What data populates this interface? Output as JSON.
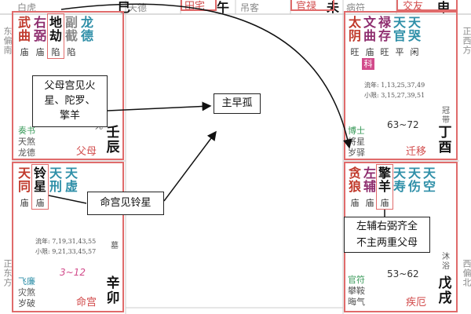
{
  "top_row": {
    "cells": [
      "白虎",
      "天德",
      "巳",
      "田宅",
      "午",
      "吊客",
      "官禄",
      "未",
      "病符",
      "交友",
      "申"
    ]
  },
  "left_top": {
    "stars": [
      {
        "top": "武",
        "bot": "曲",
        "color": "#c0392b",
        "bright": "庙"
      },
      {
        "top": "右",
        "bot": "弼",
        "color": "#8e2d6e",
        "bright": "庙"
      },
      {
        "top": "地",
        "bot": "劫",
        "color": "#111111",
        "bright": "陷"
      },
      {
        "top": "副",
        "bot": "截",
        "color": "#888888",
        "bright": "陷"
      },
      {
        "top": "龙",
        "bot": "德",
        "color": "#2f8fa8",
        "bright": ""
      }
    ],
    "bottom": [
      "奏书",
      "天煞",
      "龙德"
    ],
    "stage": "死",
    "palace": "父母",
    "ganzhi": [
      "壬",
      "辰"
    ]
  },
  "right_top": {
    "stars": [
      {
        "top": "太",
        "bot": "阴",
        "color": "#c0392b",
        "bright": "旺"
      },
      {
        "top": "文",
        "bot": "曲",
        "color": "#8e2d6e",
        "bright": "庙"
      },
      {
        "top": "禄",
        "bot": "存",
        "color": "#8e2d6e",
        "bright": "旺"
      },
      {
        "top": "天",
        "bot": "官",
        "color": "#2f8fa8",
        "bright": "平"
      },
      {
        "top": "天",
        "bot": "哭",
        "color": "#2f8fa8",
        "bright": "闲"
      }
    ],
    "hua": "科",
    "flow_year": "流年: 1,13,25,37,49",
    "small_limit": "小限: 3,15,27,39,51",
    "range": "63~72",
    "stage": "冠带",
    "bottom": [
      "博士",
      "将星",
      "岁驿"
    ],
    "palace": "迁移",
    "ganzhi": [
      "丁",
      "酉"
    ]
  },
  "left_bottom": {
    "stars": [
      {
        "top": "天",
        "bot": "同",
        "color": "#c0392b",
        "bright": "庙"
      },
      {
        "top": "铃",
        "bot": "星",
        "color": "#111111",
        "bright": "庙"
      },
      {
        "top": "天",
        "bot": "刑",
        "color": "#2f8fa8",
        "bright": ""
      },
      {
        "top": "天",
        "bot": "虚",
        "color": "#2f8fa8",
        "bright": ""
      }
    ],
    "flow_year": "流年: 7,19,31,43,55",
    "small_limit": "小限: 9,21,33,45,57",
    "range": "3~12",
    "stage": "墓",
    "bottom": [
      "飞廉",
      "灾煞",
      "岁破"
    ],
    "palace": "命宫",
    "ganzhi": [
      "辛",
      "卯"
    ]
  },
  "right_bottom": {
    "stars": [
      {
        "top": "贪",
        "bot": "狼",
        "color": "#c0392b",
        "bright": "庙"
      },
      {
        "top": "左",
        "bot": "辅",
        "color": "#8e2d6e",
        "bright": "庙"
      },
      {
        "top": "擎",
        "bot": "羊",
        "color": "#111111",
        "bright": "庙"
      },
      {
        "top": "天",
        "bot": "寿",
        "color": "#2f8fa8",
        "bright": ""
      },
      {
        "top": "天",
        "bot": "伤",
        "color": "#2f8fa8",
        "bright": ""
      },
      {
        "top": "天",
        "bot": "空",
        "color": "#2f8fa8",
        "bright": ""
      }
    ],
    "range": "53~62",
    "stage": "沐浴",
    "bottom": [
      "官符",
      "攀鞍",
      "晦气"
    ],
    "palace": "疾厄",
    "ganzhi": [
      "戊",
      "戌"
    ]
  },
  "side_labels": {
    "left_upper": "东偏南",
    "left_lower": "正东方",
    "right_upper": "正西方",
    "right_lower": "西偏北"
  },
  "annotations": {
    "father_note": [
      "父母宫见火",
      "星、陀罗、",
      "擎羊"
    ],
    "lonely": "主早孤",
    "ming_note": "命宫见铃星",
    "zuofu_note": [
      "左辅右弼齐全",
      "不主两重父母"
    ]
  },
  "colors": {
    "frame": "#e06b6b",
    "palace": "#d24b4b",
    "cyan": "#2f8fa8",
    "purple": "#8e2d6e",
    "red": "#c0392b",
    "green": "#3a9a5a"
  }
}
